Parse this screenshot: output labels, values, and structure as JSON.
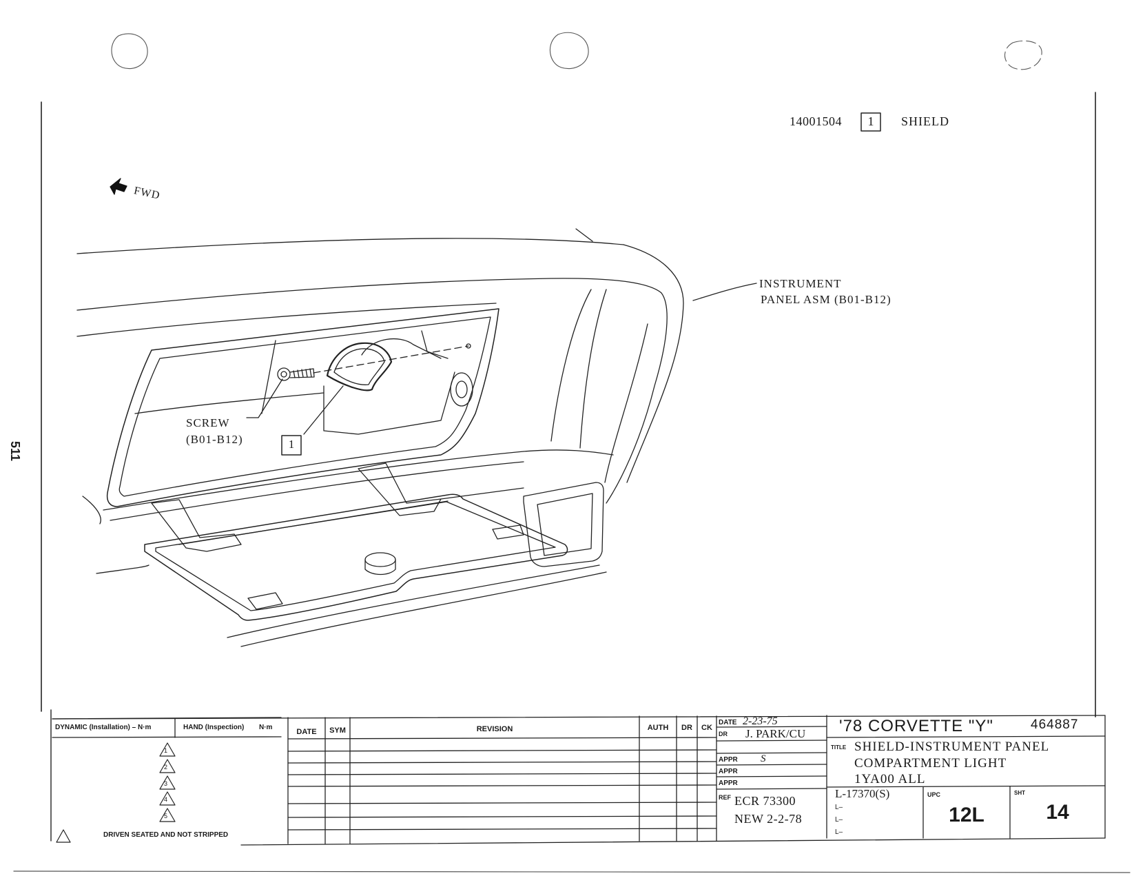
{
  "page_number": "511",
  "part": {
    "number": "14001504",
    "ref": "1",
    "name": "SHIELD"
  },
  "direction_label": "FWD",
  "callouts": {
    "instrument_panel_line1": "INSTRUMENT",
    "instrument_panel_line2": "PANEL ASM (B01-B12)",
    "screw_line1": "SCREW",
    "screw_line2": "(B01-B12)",
    "shield_ref": "1"
  },
  "torque_table": {
    "dynamic_header": "DYNAMIC (Installation) – N·m",
    "hand_header": "HAND (Inspection)",
    "hand_unit": "N·m",
    "notes": [
      "1",
      "2",
      "3",
      "4",
      "5"
    ],
    "footnote": "DRIVEN SEATED AND NOT STRIPPED"
  },
  "revision_table": {
    "headers": {
      "date": "DATE",
      "sym": "SYM",
      "revision": "REVISION",
      "auth": "AUTH",
      "dr": "DR",
      "ck": "CK"
    },
    "row_count": 8
  },
  "signatures": {
    "date_label": "DATE",
    "date_value": "2-23-75",
    "dr_label": "DR",
    "dr_value": "J. PARK/CU",
    "appr_labels": [
      "APPR",
      "APPR",
      "APPR"
    ],
    "appr_first_mark": "S"
  },
  "reference": {
    "ref_label": "REF",
    "ecr": "ECR 73300",
    "new_date": "NEW 2-2-78"
  },
  "title_block": {
    "model": "'78 CORVETTE \"Y\"",
    "drawing_number": "464887",
    "title_label": "TITLE",
    "title_line1": "SHIELD-INSTRUMENT PANEL",
    "title_line2": "COMPARTMENT LIGHT",
    "title_line3": "1YA00 ALL",
    "l_code": "L-17370(S)",
    "l_rows": [
      "L–",
      "L–",
      "L–"
    ],
    "upc_label": "UPC",
    "upc_value": "12L",
    "sheet_label": "SHT",
    "sheet_value": "14"
  }
}
